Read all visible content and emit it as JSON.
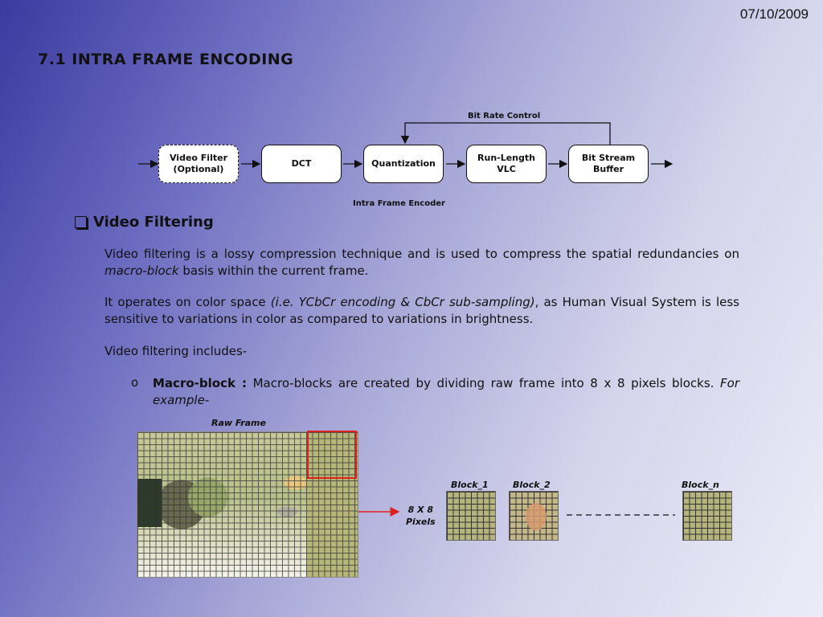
{
  "slide": {
    "date": "07/10/2009",
    "title": "7.1 INTRA FRAME ENCODING"
  },
  "diagram": {
    "blocks": [
      {
        "label": "Video Filter\n(Optional)",
        "style": "dashed"
      },
      {
        "label": "DCT",
        "style": "solid"
      },
      {
        "label": "Quantization",
        "style": "solid"
      },
      {
        "label": "Run-Length\nVLC",
        "style": "solid"
      },
      {
        "label": "Bit Stream\nBuffer",
        "style": "solid"
      }
    ],
    "feedback_label": "Bit Rate Control",
    "caption": "Intra Frame Encoder"
  },
  "section": {
    "heading": "Video Filtering",
    "paragraph1": {
      "a": "Video filtering is a lossy compression technique and is used to compress the spatial redundancies on ",
      "em": "macro-block",
      "b": " basis within the current frame."
    },
    "paragraph2": {
      "a": "It operates on color space ",
      "em": "(i.e. YCbCr encoding & CbCr sub-sampling)",
      "b": ", as Human Visual System is less sensitive to variations in color as compared to variations in brightness."
    },
    "paragraph3": "Video filtering includes-",
    "macro_block": {
      "marker": "o",
      "term": "Macro-block :",
      "text": " Macro-blocks are created by dividing raw frame into 8 x 8 pixels blocks. ",
      "em": "For example-"
    }
  },
  "figure": {
    "raw_frame_label": "Raw Frame",
    "pixels_label": "8 X 8\nPixels",
    "block_labels": [
      "Block_1",
      "Block_2",
      "Block_n"
    ],
    "colors": {
      "highlight": "#e02020",
      "arrow": "#e02020"
    }
  }
}
